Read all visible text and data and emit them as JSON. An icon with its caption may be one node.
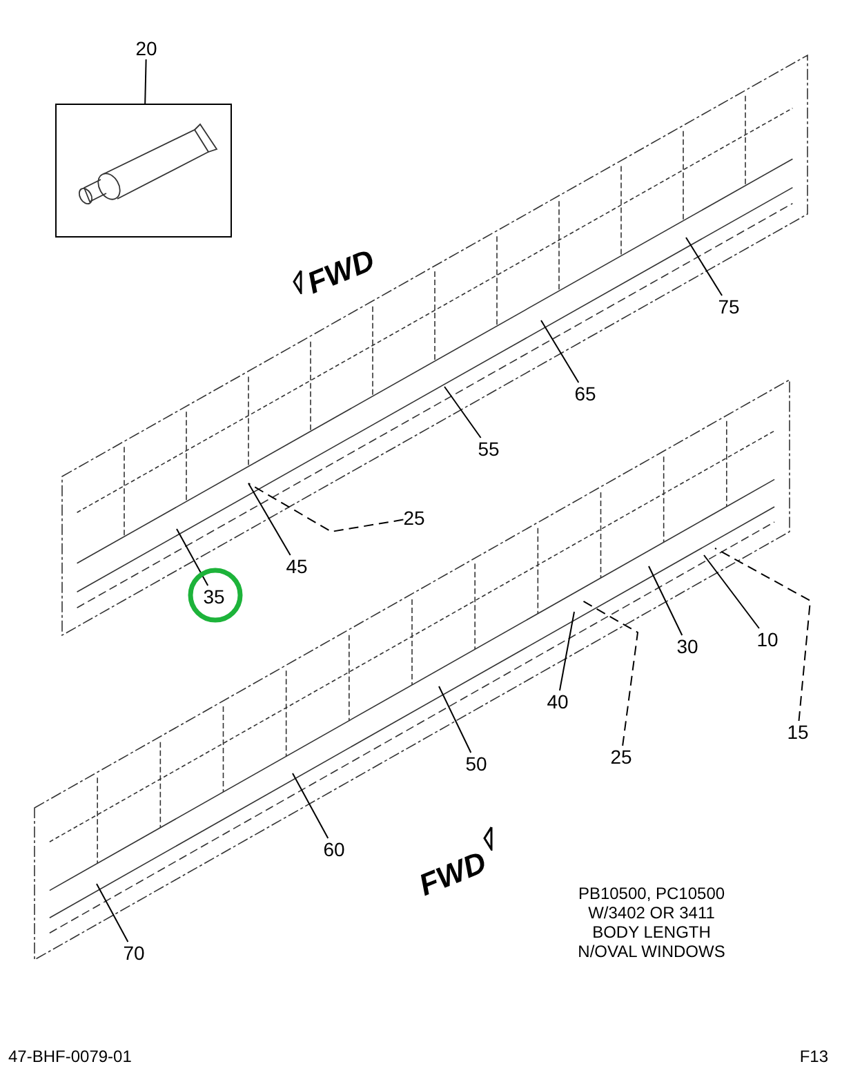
{
  "diagram": {
    "nodes": [
      {
        "text": [
          "20"
        ]
      },
      {
        "text": [],
        "shape": "picture"
      },
      {
        "text": [
          "75"
        ]
      },
      {
        "text": [
          "65"
        ]
      },
      {
        "text": [
          "55"
        ]
      },
      {
        "text": [
          "25"
        ]
      },
      {
        "text": [
          "45"
        ]
      },
      {
        "text": [
          "35"
        ]
      },
      {
        "text": [
          "30"
        ]
      },
      {
        "text": [
          "10"
        ]
      },
      {
        "text": [
          "40"
        ]
      },
      {
        "text": [
          "25"
        ]
      },
      {
        "text": [
          "15"
        ]
      },
      {
        "text": [
          "50"
        ]
      },
      {
        "text": [
          "60"
        ]
      },
      {
        "text": [
          "70"
        ]
      }
    ],
    "edges": [
      {
        "from": 0,
        "to": 1,
        "arrow": "none"
      },
      {
        "from": 2,
        "to": null,
        "arrow": "none"
      },
      {
        "from": 3,
        "to": null,
        "arrow": "none"
      },
      {
        "from": 4,
        "to": null,
        "arrow": "none"
      },
      {
        "from": 5,
        "to": null,
        "arrow": "none",
        "style": "dashed"
      },
      {
        "from": 6,
        "to": null,
        "arrow": "none"
      },
      {
        "from": 7,
        "to": null,
        "arrow": "none"
      },
      {
        "from": 8,
        "to": null,
        "arrow": "none"
      },
      {
        "from": 9,
        "to": null,
        "arrow": "none"
      },
      {
        "from": 10,
        "to": null,
        "arrow": "none"
      },
      {
        "from": 11,
        "to": null,
        "arrow": "none",
        "style": "dashed"
      },
      {
        "from": 12,
        "to": null,
        "arrow": "none",
        "style": "dashed"
      },
      {
        "from": 13,
        "to": null,
        "arrow": "none"
      },
      {
        "from": 14,
        "to": null,
        "arrow": "none"
      },
      {
        "from": 15,
        "to": null,
        "arrow": "none"
      }
    ],
    "labels": [
      "FWD",
      "FWD",
      "PB10500, PC10500",
      "W/3402 OR 3411",
      "BODY LENGTH",
      "N/OVAL WINDOWS",
      "47-BHF-0079-01",
      "F13"
    ]
  }
}
